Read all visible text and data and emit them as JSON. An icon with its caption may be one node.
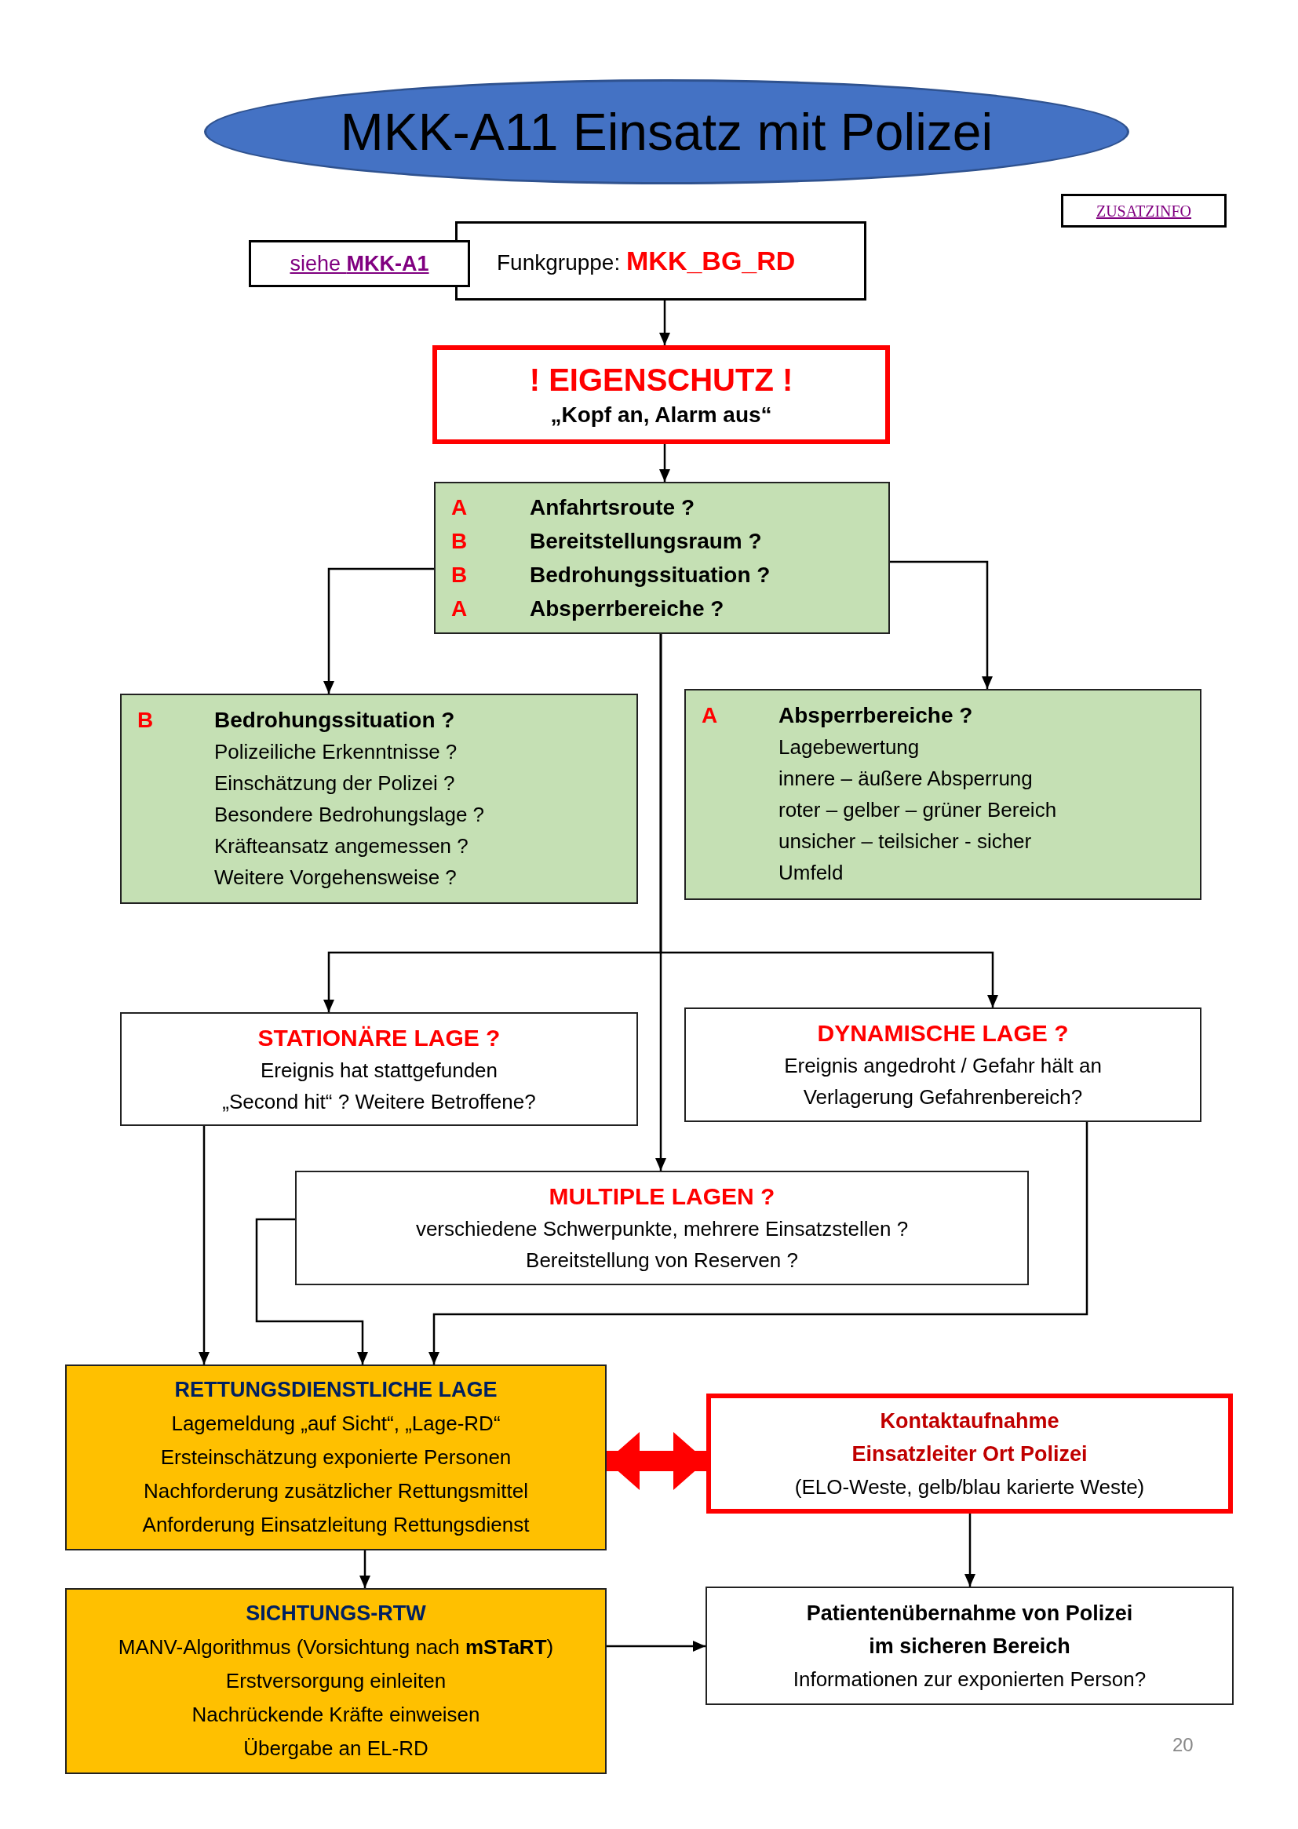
{
  "diagram": {
    "title": "MKK-A11 Einsatz mit Polizei",
    "nodes": [
      {
        "text": [
          "ZUSATZINFO"
        ]
      },
      {
        "text": [
          "siehe **MKK-A1**"
        ]
      },
      {
        "text": [
          "Funkgruppe: **MKK_BG_RD**"
        ]
      },
      {
        "text": [
          "! EIGENSCHUTZ !",
          "„Kopf an, Alarm aus“"
        ]
      },
      {
        "text": [
          "A",
          "Anfahrtsroute ?",
          "B",
          "Bereitstellungsraum ?",
          "B",
          "Bedrohungssituation ?",
          "A",
          "Absperrbereiche ?"
        ]
      },
      {
        "text": [
          "B",
          "Bedrohungssituation ?",
          "Polizeiliche Erkenntnisse ?",
          "Einschätzung der Polizei ?",
          "Besondere Bedrohungslage ?",
          "Kräfteansatz angemessen ?",
          "Weitere Vorgehensweise ?"
        ]
      },
      {
        "text": [
          "A",
          "Absperrbereiche ?",
          "Lagebewertung",
          "innere – äußere Absperrung",
          "roter – gelber – grüner Bereich",
          "unsicher – teilsicher - sicher",
          "Umfeld"
        ]
      },
      {
        "text": [
          "STATIONÄRE LAGE ?",
          "Ereignis hat stattgefunden",
          "„Second hit“ ? Weitere Betroffene?"
        ]
      },
      {
        "text": [
          "DYNAMISCHE LAGE ?",
          "Ereignis angedroht / Gefahr hält an",
          "Verlagerung Gefahrenbereich?"
        ]
      },
      {
        "text": [
          "MULTIPLE LAGEN ?",
          "verschiedene Schwerpunkte, mehrere Einsatzstellen ?",
          "Bereitstellung von Reserven ?"
        ]
      },
      {
        "text": [
          "RETTUNGSDIENSTLICHE LAGE",
          "Lagemeldung „auf Sicht“, „Lage-RD“",
          "Ersteinschätzung exponierte Personen",
          "Nachforderung zusätzlicher Rettungsmittel",
          "Anforderung Einsatzleitung Rettungsdienst"
        ]
      },
      {
        "text": [
          "Kontaktaufnahme",
          "Einsatzleiter Ort Polizei",
          "(ELO-Weste, gelb/blau karierte Weste)"
        ]
      },
      {
        "text": [
          "SICHTUNGS-RTW",
          "MANV-Algorithmus (Vorsichtung nach **mSTaRT**)",
          "Erstversorgung einleiten",
          "Nachrückende Kräfte einweisen",
          "Übergabe an EL-RD"
        ]
      },
      {
        "text": [
          "Patientenübernahme von Polizei",
          "im sicheren Bereich",
          "Informationen zur exponierten Person?"
        ]
      }
    ],
    "edges": [
      {
        "from": 2,
        "to": 3,
        "arrow": "to"
      },
      {
        "from": 3,
        "to": 4,
        "arrow": "to"
      },
      {
        "from": 4,
        "to": 5,
        "arrow": "to"
      },
      {
        "from": 4,
        "to": 6,
        "arrow": "to"
      },
      {
        "from": 4,
        "to": 9,
        "arrow": "to"
      },
      {
        "from": 4,
        "to": 7,
        "arrow": "to"
      },
      {
        "from": 4,
        "to": 8,
        "arrow": "to"
      },
      {
        "from": 7,
        "to": 10,
        "arrow": "to"
      },
      {
        "from": 9,
        "to": 10,
        "arrow": "to"
      },
      {
        "from": 8,
        "to": 10,
        "arrow": "to"
      },
      {
        "from": 10,
        "to": 11,
        "arrow": "both",
        "style": "thick",
        "color": "#ff0000"
      },
      {
        "from": 10,
        "to": 12,
        "arrow": "to"
      },
      {
        "from": 11,
        "to": 13,
        "arrow": "to"
      },
      {
        "from": 12,
        "to": 13,
        "arrow": "to"
      }
    ],
    "labels": [
      "20"
    ]
  }
}
